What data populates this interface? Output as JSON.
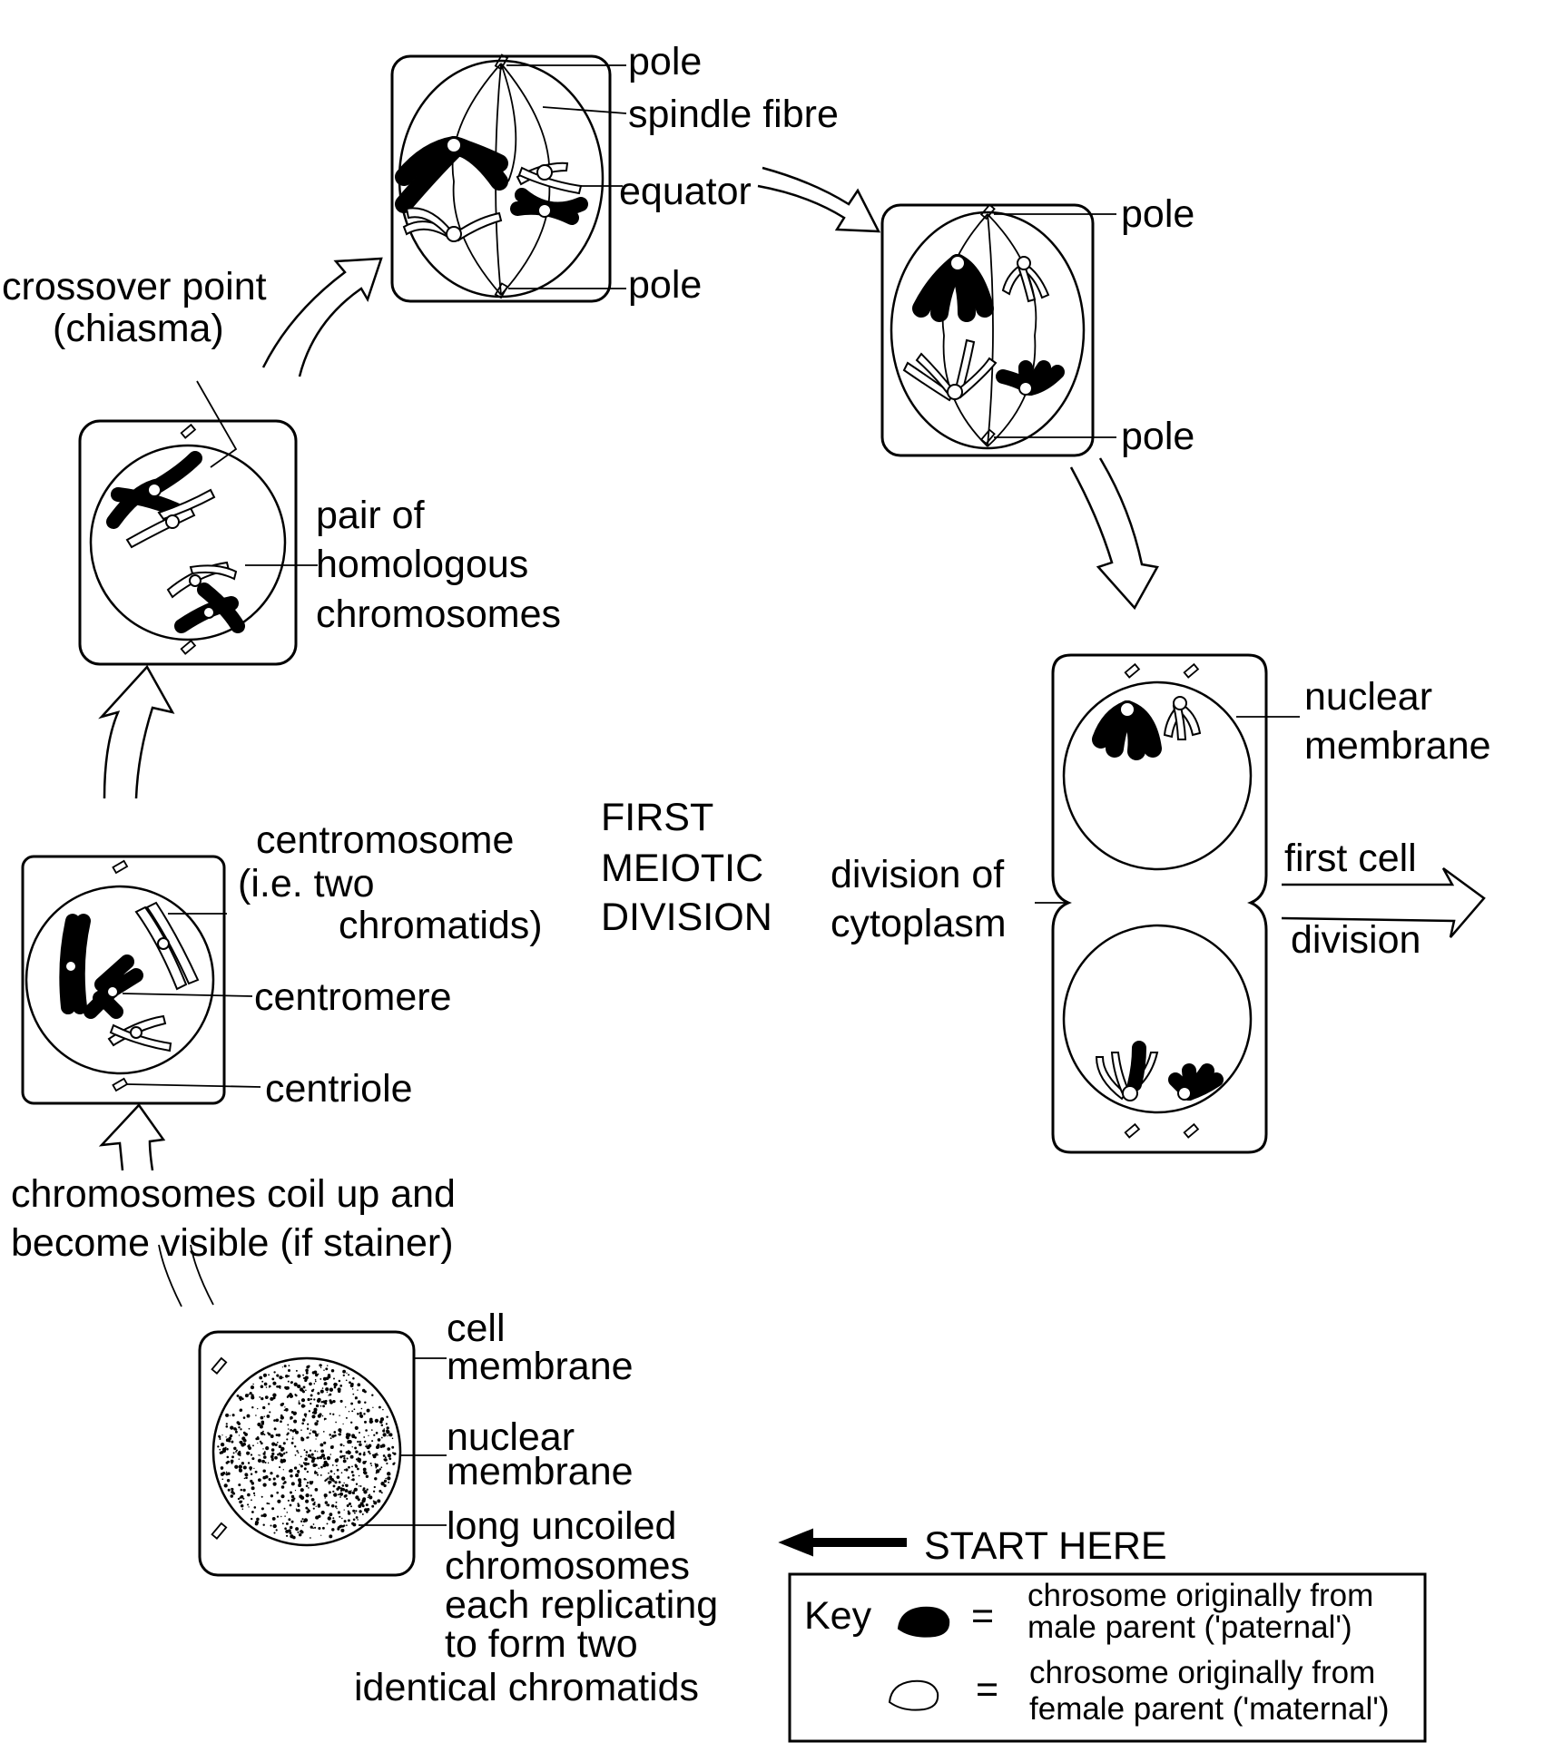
{
  "labels": {
    "pole_top": "pole",
    "spindle_fibre": "spindle fibre",
    "equator": "equator",
    "pole_metaphase_bottom": "pole",
    "crossover_line1": "crossover  point",
    "crossover_line2": "(chiasma)",
    "pole_anaphase_top": "pole",
    "pole_anaphase_bottom": "pole",
    "homologous_line1": "pair of",
    "homologous_line2": "homologous",
    "homologous_line3": "chromosomes",
    "nuclear_membrane_right_line1": "nuclear",
    "nuclear_membrane_right_line2": "membrane",
    "centromosome_line1": "centromosome",
    "centromosome_line2": "(i.e. two",
    "centromosome_line3": "chromatids)",
    "title_line1": "FIRST",
    "title_line2": "MEIOTIC",
    "title_line3": "DIVISION",
    "cytoplasm_line1": "division of",
    "cytoplasm_line2": "cytoplasm",
    "first_cell": "first cell",
    "division": "division",
    "centromere": "centromere",
    "centriole": "centriole",
    "coil_line1": "chromosomes coil up and",
    "coil_line2": "become visible (if stainer)",
    "cell_membrane_line1": "cell",
    "cell_membrane_line2": "membrane",
    "nuclear_membrane_line1": "nuclear",
    "nuclear_membrane_line2": "membrane",
    "uncoiled_line1": "long uncoiled",
    "uncoiled_line2": "chromosomes",
    "uncoiled_line3": "each replicating",
    "uncoiled_line4": "to form two",
    "uncoiled_line5": "identical chromatids",
    "start_here": "START HERE"
  },
  "key": {
    "title": "Key",
    "equals": "=",
    "paternal_line1": "chrosome originally from",
    "paternal_line2": "male parent ('paternal')",
    "maternal_line1": "chrosome originally from",
    "maternal_line2": "female parent ('maternal')"
  },
  "colors": {
    "ink": "#000000",
    "background": "#ffffff"
  }
}
